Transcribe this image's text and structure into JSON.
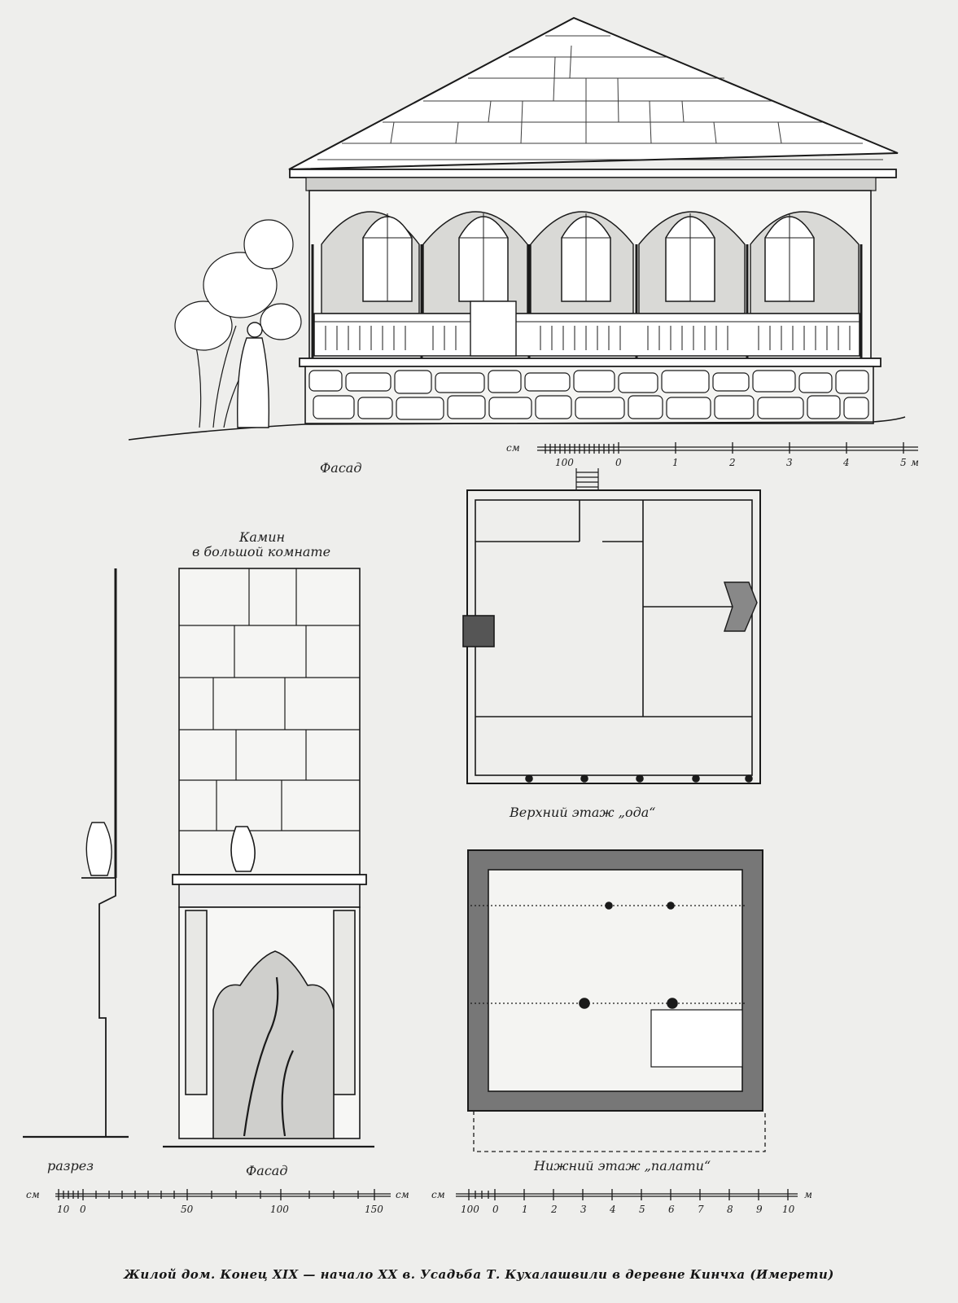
{
  "facade_label": "Фасад",
  "fireplace_title_1": "Камин",
  "fireplace_title_2": "в большой комнате",
  "section_label": "разрез",
  "fireplace_facade_label": "Фасад",
  "upper_floor_label": "Верхний этаж „ода“",
  "lower_floor_label": "Нижний этаж „палати“",
  "scale_top": {
    "unit_left": "см",
    "ticks": [
      "100",
      "0",
      "1",
      "2",
      "3",
      "4",
      "5"
    ],
    "unit_right": "м"
  },
  "scale_fireplace": {
    "unit_left": "см",
    "ticks": [
      "10",
      "0",
      "50",
      "100",
      "150"
    ],
    "unit_right": "см"
  },
  "scale_plans": {
    "unit_left": "см",
    "ticks": [
      "100",
      "0",
      "1",
      "2",
      "3",
      "4",
      "5",
      "6",
      "7",
      "8",
      "9",
      "10"
    ],
    "unit_right": "м"
  },
  "caption": "Жилой дом. Конец XIX — начало XX в. Усадьба Т. Кухалашвили в деревне Кинчха (Имерети)",
  "colors": {
    "paper": "#eeeeec",
    "ink": "#1a1a1a"
  }
}
